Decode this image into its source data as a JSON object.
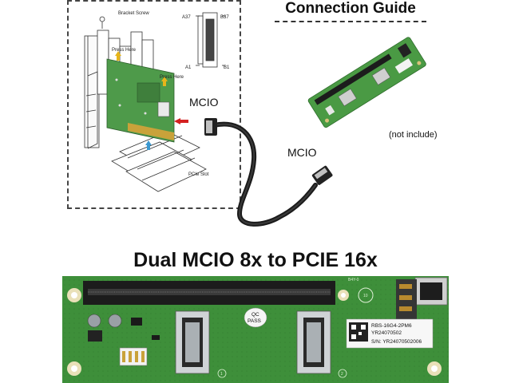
{
  "guide": {
    "title": "Connection Guide"
  },
  "diagram": {
    "labels": {
      "bracket_screw": "Bracket Screw",
      "a37": "A37",
      "b37": "B37",
      "a1": "A1",
      "b1": "B1",
      "press_here_1": "Press Here",
      "press_here_2": "Press Here",
      "pcie_slot": "PCIe Slot"
    }
  },
  "cable": {
    "label_top": "MCIO",
    "label_bottom": "MCIO"
  },
  "riser": {
    "note": "(not include)"
  },
  "product": {
    "title": "Dual MCIO 8x to PCIE 16x",
    "sticker_line1": "RBS-16G4-2PM6",
    "sticker_line2": "YR24070502",
    "sticker_line3": "S/N: YR24070502006",
    "qc_line1": "QC",
    "qc_line2": "PASS",
    "silk_ver": "B4Y-0",
    "silk_num": "10",
    "silk_1": "1",
    "silk_2": "2"
  },
  "colors": {
    "pcb_green": "#3e8f3a",
    "pcb_dark": "#2f7430",
    "slot_black": "#1c1c1c",
    "gold": "#c9a23a"
  }
}
